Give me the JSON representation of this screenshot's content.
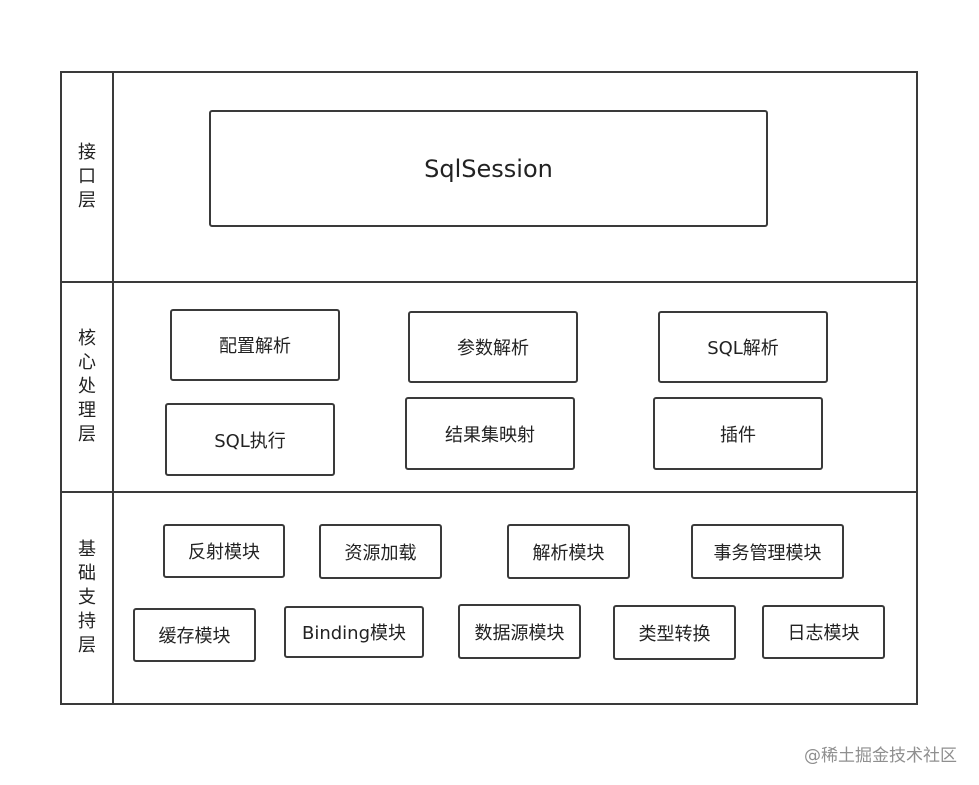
{
  "layers": {
    "interface": {
      "label": "接口层",
      "modules": [
        "SqlSession"
      ]
    },
    "core": {
      "label": "核心处理层",
      "modules": [
        "配置解析",
        "参数解析",
        "SQL解析",
        "SQL执行",
        "结果集映射",
        "插件"
      ]
    },
    "base": {
      "label": "基础支持层",
      "modules": [
        "反射模块",
        "资源加载",
        "解析模块",
        "事务管理模块",
        "缓存模块",
        "Binding模块",
        "数据源模块",
        "类型转换",
        "日志模块"
      ]
    }
  },
  "watermark": "@稀土掘金技术社区"
}
